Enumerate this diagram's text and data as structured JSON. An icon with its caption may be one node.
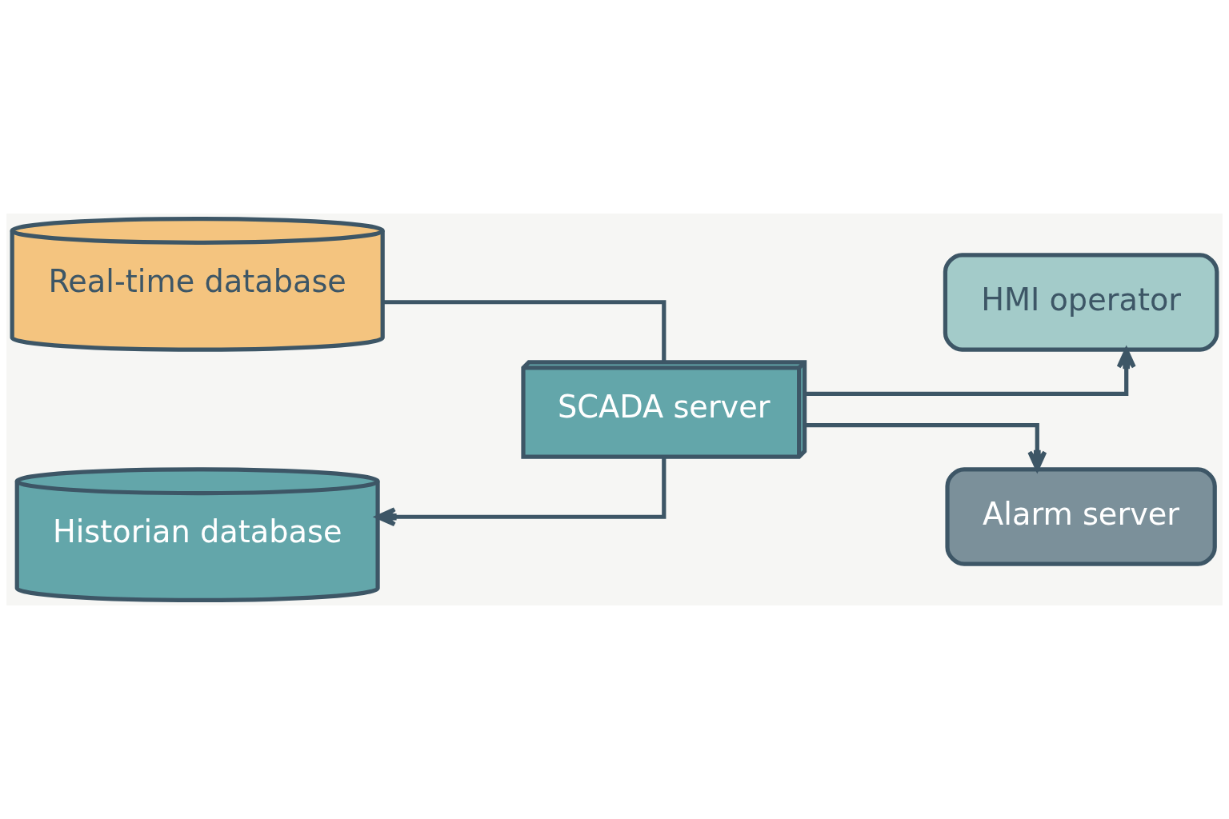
{
  "diagram": {
    "nodes": [
      {
        "text": [
          "Real-time database"
        ]
      },
      {
        "text": [
          "HMI operator"
        ]
      },
      {
        "text": [
          "SCADA server"
        ]
      },
      {
        "text": [
          "Historian database"
        ]
      },
      {
        "text": [
          "Alarm server"
        ]
      }
    ],
    "edges": [
      {
        "from": 0,
        "to": 2,
        "arrow": "none"
      },
      {
        "from": 2,
        "to": 1,
        "arrow": "to"
      },
      {
        "from": 2,
        "to": 3,
        "arrow": "to"
      },
      {
        "from": 2,
        "to": 4,
        "arrow": "to"
      }
    ]
  }
}
